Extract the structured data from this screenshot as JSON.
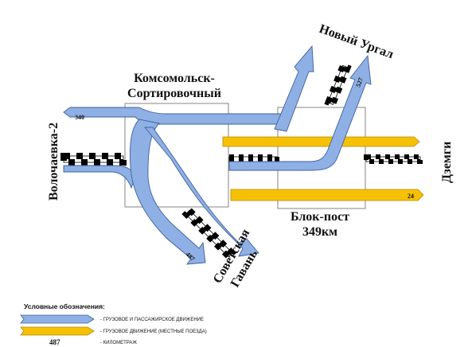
{
  "stations": {
    "komsomolsk_line1": "Комсомольск-",
    "komsomolsk_line2": "Сортировочный",
    "volochaevka": "Волочаевка-2",
    "novy_urgal": "Новый Ургал",
    "dzemgi": "Дземги",
    "blok_post_line1": "Блок-пост",
    "blok_post_line2": "349км",
    "sovetskaya_line1": "Советская",
    "sovetskaya_line2": "Гавань"
  },
  "kilometrage": {
    "volochaevka_dir": "340",
    "novy_urgal_dir": "527",
    "sovetskaya_dir": "487",
    "dzemgi_dir": "24"
  },
  "legend": {
    "title": "Условные обозначения:",
    "freight_passenger": "- ГРУЗОВОЕ И ПАССАЖИРСКОЕ ДВИЖЕНИЕ",
    "freight_local": "- ГРУЗОВОЕ ДВИЖЕНИЕ (МЕСТНЫЕ ПОЕЗДА)",
    "km_sample": "487",
    "km_desc": "- КИЛОМЕТРАЖ"
  },
  "colors": {
    "freight_passenger_arrow": "#8fb0e4",
    "freight_local_arrow": "#f6c104",
    "railway_hatch": "#000000"
  }
}
